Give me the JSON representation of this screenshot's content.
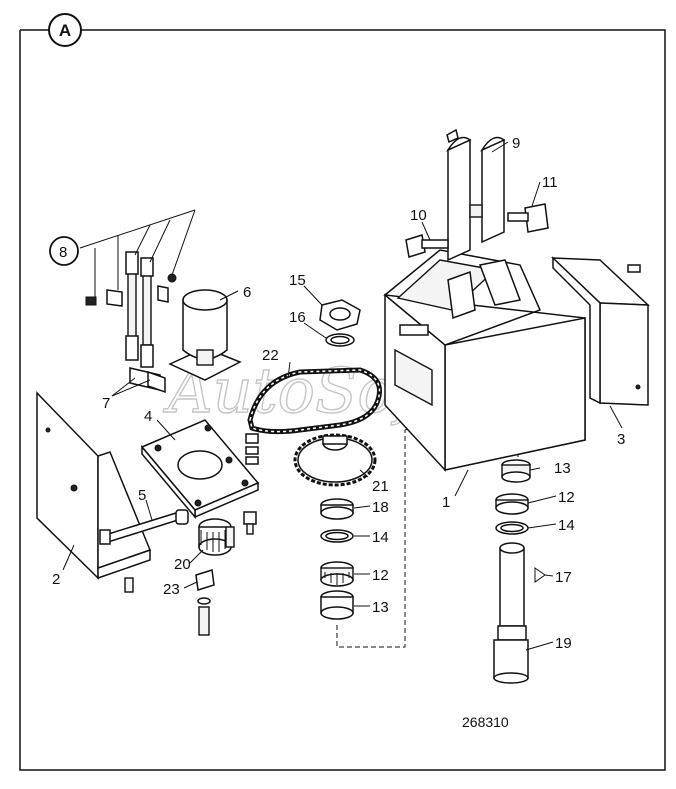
{
  "view_label": "A",
  "drawing_number": "268310",
  "watermark": "AutoSoft",
  "callouts": [
    "1",
    "2",
    "3",
    "4",
    "5",
    "6",
    "7",
    "8",
    "9",
    "10",
    "11",
    "12",
    "13",
    "14",
    "15",
    "16",
    "17",
    "18",
    "19",
    "20",
    "21",
    "22",
    "23"
  ],
  "callouts_extra": [
    "12",
    "13",
    "14"
  ]
}
